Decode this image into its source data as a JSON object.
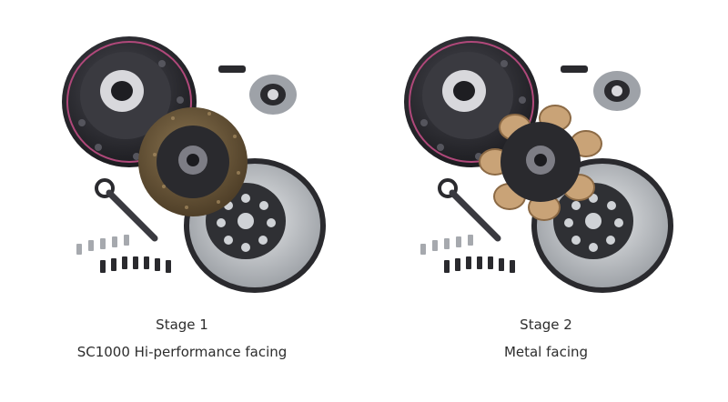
{
  "products": [
    {
      "stage": "Stage 1",
      "facing": "SC1000 Hi-performance facing",
      "disc_type": "organic",
      "colors": {
        "disc_face": "#6f5a3c",
        "disc_speckle": "#a88d62"
      }
    },
    {
      "stage": "Stage 2",
      "facing": "Metal facing",
      "disc_type": "sintered-puck",
      "colors": {
        "puck_face": "#c9a377",
        "puck_edge": "#8c6a45"
      }
    }
  ],
  "colors": {
    "pressure_plate": "#2b2b30",
    "pressure_plate_accent": "#b0487a",
    "flywheel_face": "#c9ccd1",
    "flywheel_ring": "#333338",
    "background": "#ffffff"
  }
}
